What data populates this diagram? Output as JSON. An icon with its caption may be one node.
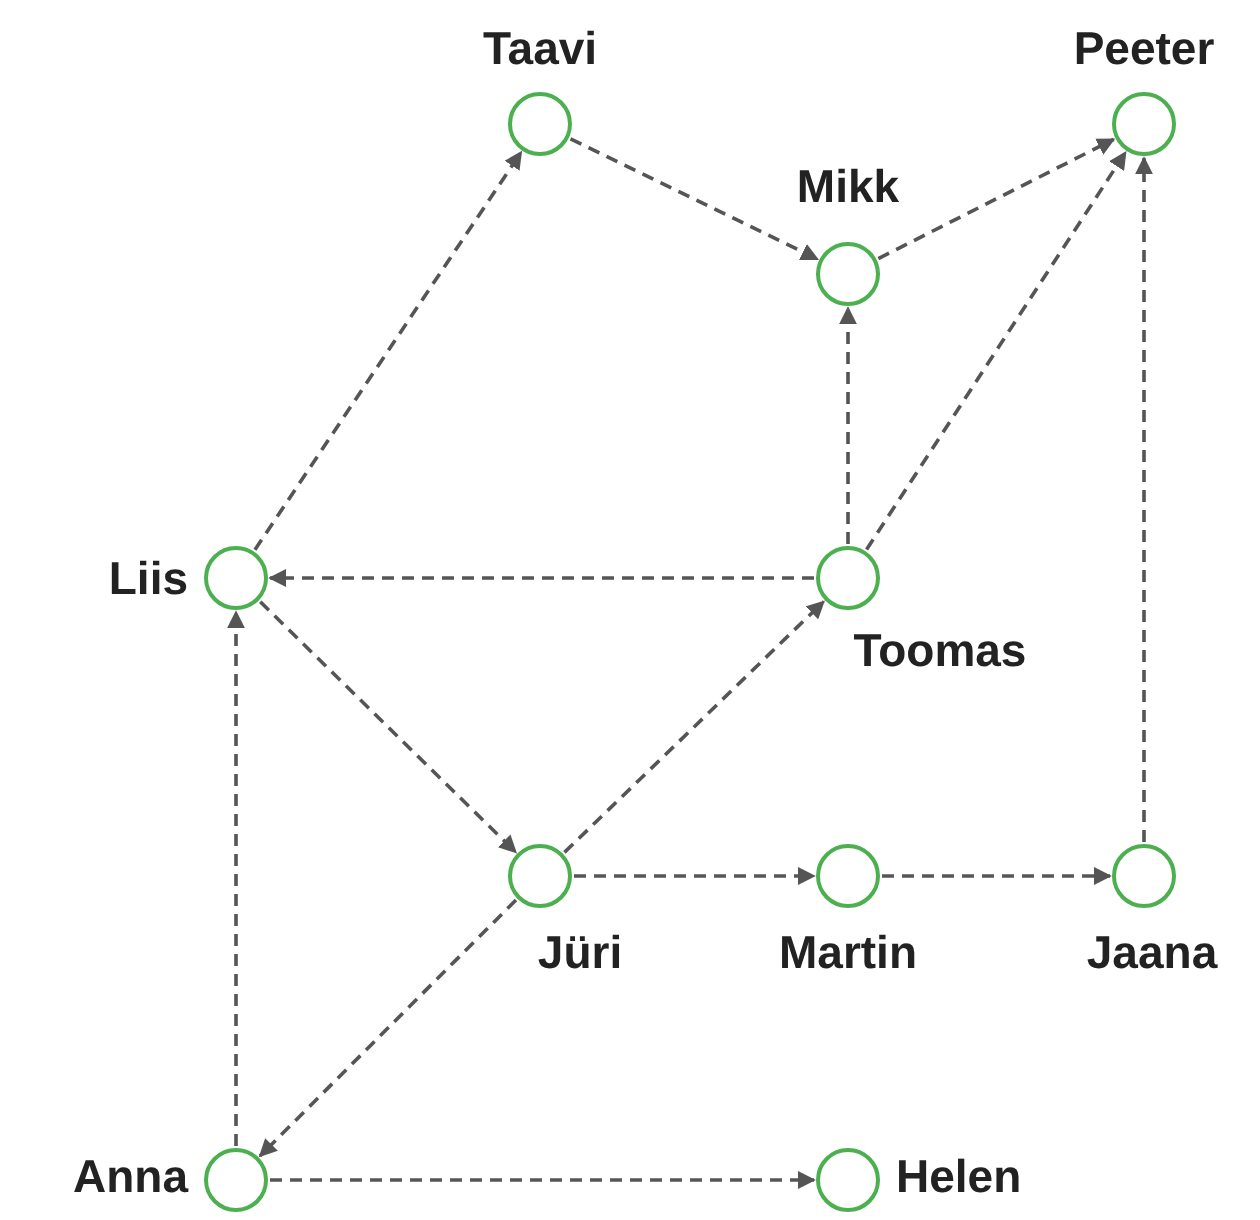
{
  "diagram": {
    "nodes": [
      {
        "text": [
          "Taavi"
        ]
      },
      {
        "text": [
          "Peeter"
        ]
      },
      {
        "text": [
          "Mikk"
        ]
      },
      {
        "text": [
          "Liis"
        ]
      },
      {
        "text": [
          "Toomas"
        ]
      },
      {
        "text": [
          "Jüri"
        ]
      },
      {
        "text": [
          "Martin"
        ]
      },
      {
        "text": [
          "Jaana"
        ]
      },
      {
        "text": [
          "Anna"
        ]
      },
      {
        "text": [
          "Helen"
        ]
      }
    ],
    "edges": [
      {
        "from": 3,
        "to": 0,
        "arrow": "to",
        "style": "dashed"
      },
      {
        "from": 0,
        "to": 2,
        "arrow": "to",
        "style": "dashed"
      },
      {
        "from": 2,
        "to": 1,
        "arrow": "to",
        "style": "dashed"
      },
      {
        "from": 4,
        "to": 2,
        "arrow": "to",
        "style": "dashed"
      },
      {
        "from": 4,
        "to": 1,
        "arrow": "to",
        "style": "dashed"
      },
      {
        "from": 4,
        "to": 3,
        "arrow": "to",
        "style": "dashed"
      },
      {
        "from": 3,
        "to": 5,
        "arrow": "to",
        "style": "dashed"
      },
      {
        "from": 5,
        "to": 4,
        "arrow": "to",
        "style": "dashed"
      },
      {
        "from": 5,
        "to": 6,
        "arrow": "to",
        "style": "dashed"
      },
      {
        "from": 6,
        "to": 7,
        "arrow": "to",
        "style": "dashed"
      },
      {
        "from": 7,
        "to": 1,
        "arrow": "to",
        "style": "dashed"
      },
      {
        "from": 5,
        "to": 8,
        "arrow": "to",
        "style": "dashed"
      },
      {
        "from": 8,
        "to": 3,
        "arrow": "to",
        "style": "dashed"
      },
      {
        "from": 8,
        "to": 9,
        "arrow": "to",
        "style": "dashed"
      }
    ]
  }
}
